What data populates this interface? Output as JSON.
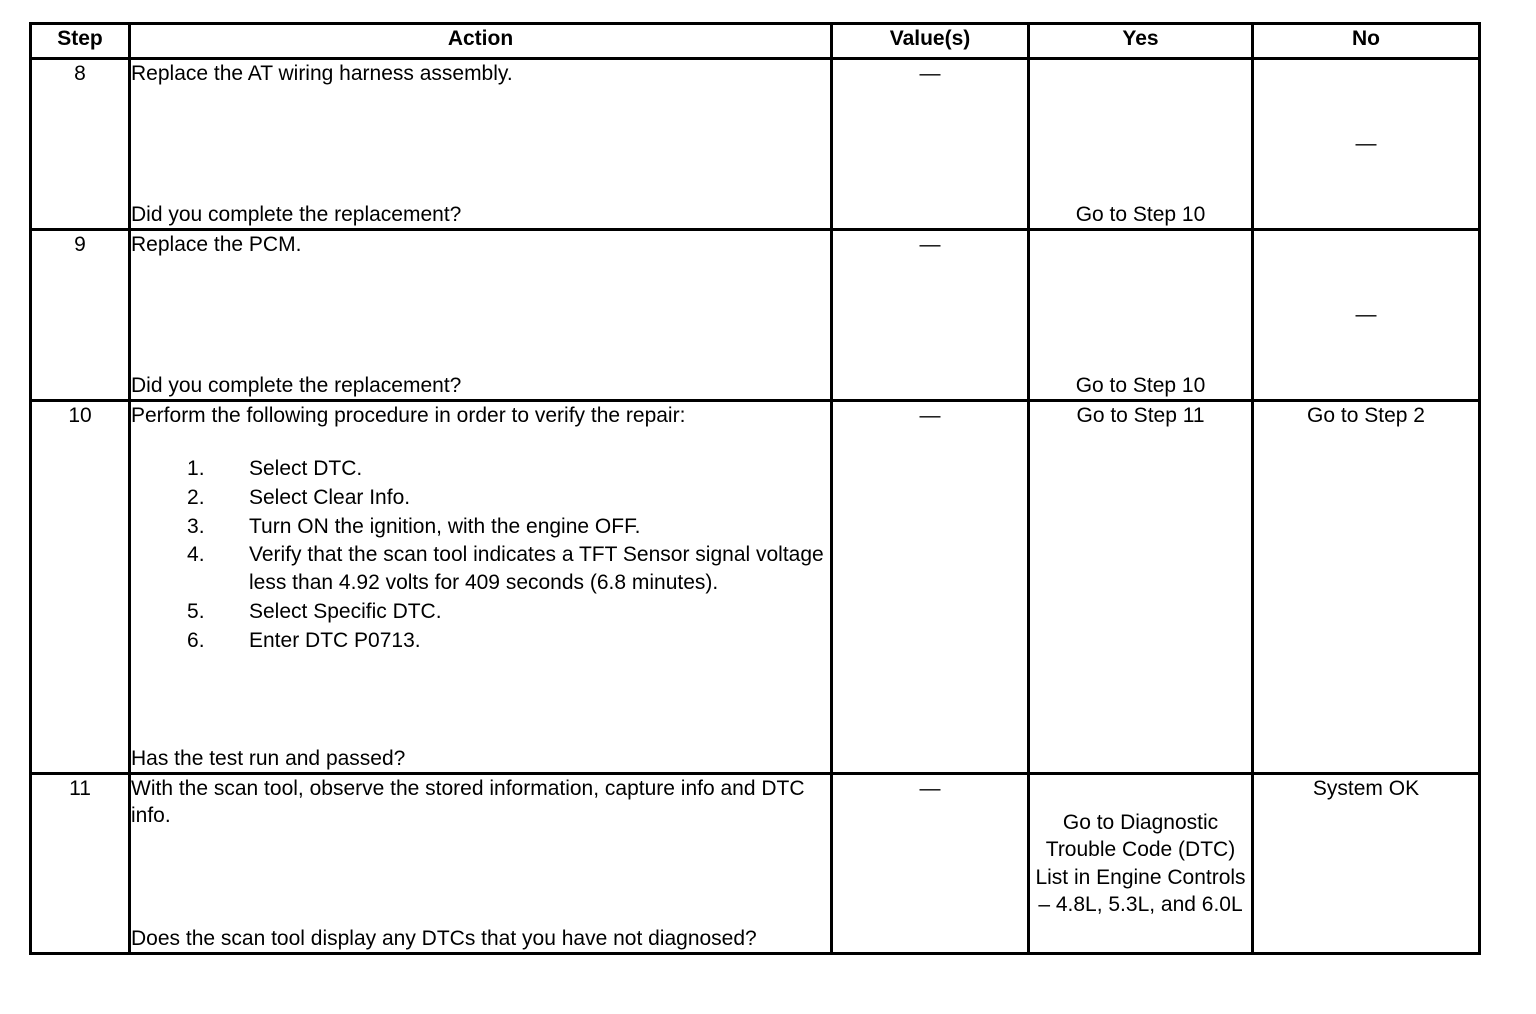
{
  "table": {
    "headers": {
      "step": "Step",
      "action": "Action",
      "values": "Value(s)",
      "yes": "Yes",
      "no": "No"
    },
    "rows": [
      {
        "step": "8",
        "action_lead": "Replace the AT wiring harness assembly.",
        "action_tail": "Did you complete the replacement?",
        "value": "—",
        "yes_top": "",
        "yes_bottom": "Go to Step 10",
        "no_mid": "—",
        "no_bottom": ""
      },
      {
        "step": "9",
        "action_lead": "Replace the PCM.",
        "action_tail": "Did you complete the replacement?",
        "value": "—",
        "yes_top": "",
        "yes_bottom": "Go to Step 10",
        "no_mid": "—",
        "no_bottom": ""
      },
      {
        "step": "10",
        "action_lead": "Perform the following procedure in order to verify the repair:",
        "procedure": [
          "Select DTC.",
          "Select Clear Info.",
          "Turn ON the ignition, with the engine OFF.",
          "Verify that the scan tool indicates a TFT Sensor signal voltage less than 4.92 volts for 409 seconds (6.8 minutes).",
          "Select Specific DTC.",
          "Enter DTC P0713."
        ],
        "action_tail": "Has the test run and passed?",
        "value": "—",
        "yes_bottom": "Go to Step 11",
        "no_bottom": "Go to Step 2"
      },
      {
        "step": "11",
        "action_lead": "With the scan tool, observe the stored information, capture info and DTC info.",
        "action_tail": "Does the scan tool display any DTCs that you have not diagnosed?",
        "value": "—",
        "yes_top": "Go to Diagnostic Trouble Code (DTC) List in Engine Controls – 4.8L, 5.3L, and 6.0L",
        "no_bottom": "System OK"
      }
    ]
  }
}
